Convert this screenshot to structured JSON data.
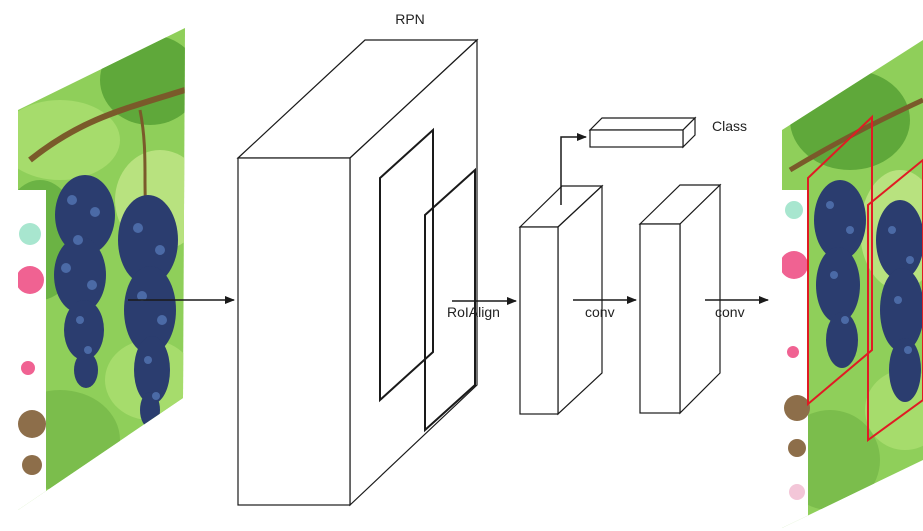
{
  "labels": {
    "rpn": "RPN",
    "class": "Class",
    "roialign": "RoIAlign",
    "conv1": "conv",
    "conv2": "conv"
  },
  "colors": {
    "line": "#1a1a1a",
    "box_fill": "#ffffff",
    "detection_box": "#e01b24",
    "foliage_light": "#8fcf5a",
    "foliage_dark": "#3f7f2a",
    "grape": "#2b3d6f",
    "grape_highlight": "#4b6aa6",
    "branch": "#7a5a2a",
    "swatch_mint": "#a8e6cf",
    "swatch_pink": "#f06292",
    "swatch_brown": "#8d6e4a",
    "swatch_light_pink": "#f3c6d8"
  },
  "icons": {
    "input_image": "grape-vine-photo",
    "output_image": "grape-vine-photo-with-detections"
  }
}
